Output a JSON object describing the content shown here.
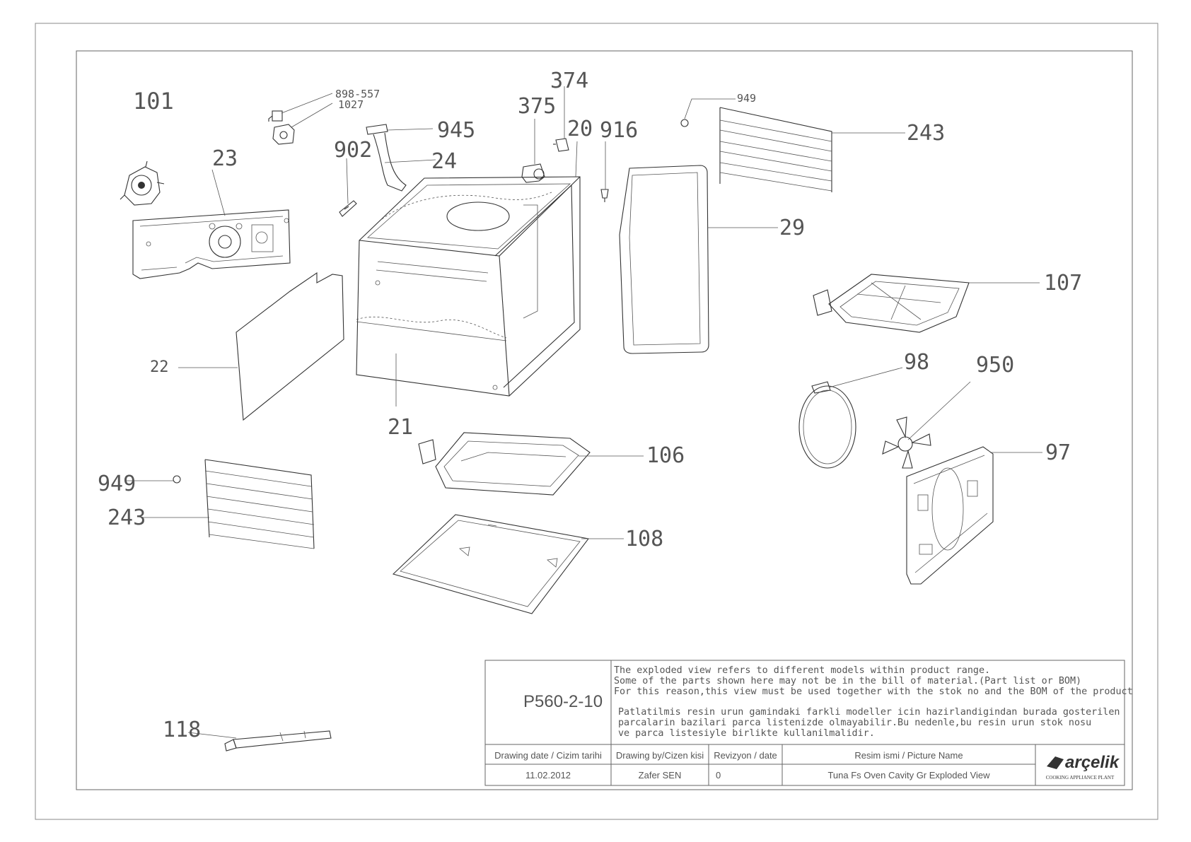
{
  "callouts": {
    "c101": "101",
    "c898": "898-557",
    "c1027": "1027",
    "c374": "374",
    "c375": "375",
    "c20": "20",
    "c916": "916",
    "c945": "945",
    "c24": "24",
    "c902": "902",
    "c23": "23",
    "c949a": "949",
    "c243a": "243",
    "c29": "29",
    "c107": "107",
    "c22": "22",
    "c21": "21",
    "c98": "98",
    "c950": "950",
    "c106": "106",
    "c97": "97",
    "c949b": "949",
    "c243b": "243",
    "c108": "108",
    "c118": "118"
  },
  "title_block": {
    "drawing_no": "P560-2-10",
    "note_en_1": "The exploded view refers to different models within product range.",
    "note_en_2": "Some of the parts shown here may not be in the bill of material.(Part list or BOM)",
    "note_en_3": "For this reason,this view must be used together with the stok no and the BOM of the product",
    "note_tr_1": "Patlatilmis resin urun gamindaki farkli modeller icin hazirlandigindan burada gosterilen",
    "note_tr_2": "parcalarin bazilari parca listenizde olmayabilir.Bu nedenle,bu resin urun stok nosu",
    "note_tr_3": "ve parca listesiyle birlikte kullanilmalidir.",
    "h_date": "Drawing date / Cizim tarihi",
    "h_by": "Drawing by/Cizen kisi",
    "h_rev": "Revizyon / date",
    "h_name": "Resim ismi / Picture Name",
    "v_date": "11.02.2012",
    "v_by": "Zafer SEN",
    "v_rev": "0",
    "v_name": "Tuna Fs Oven Cavity Gr Exploded View",
    "brand": "arçelik",
    "brand_sub": "COOKING APPLIANCE PLANT"
  }
}
